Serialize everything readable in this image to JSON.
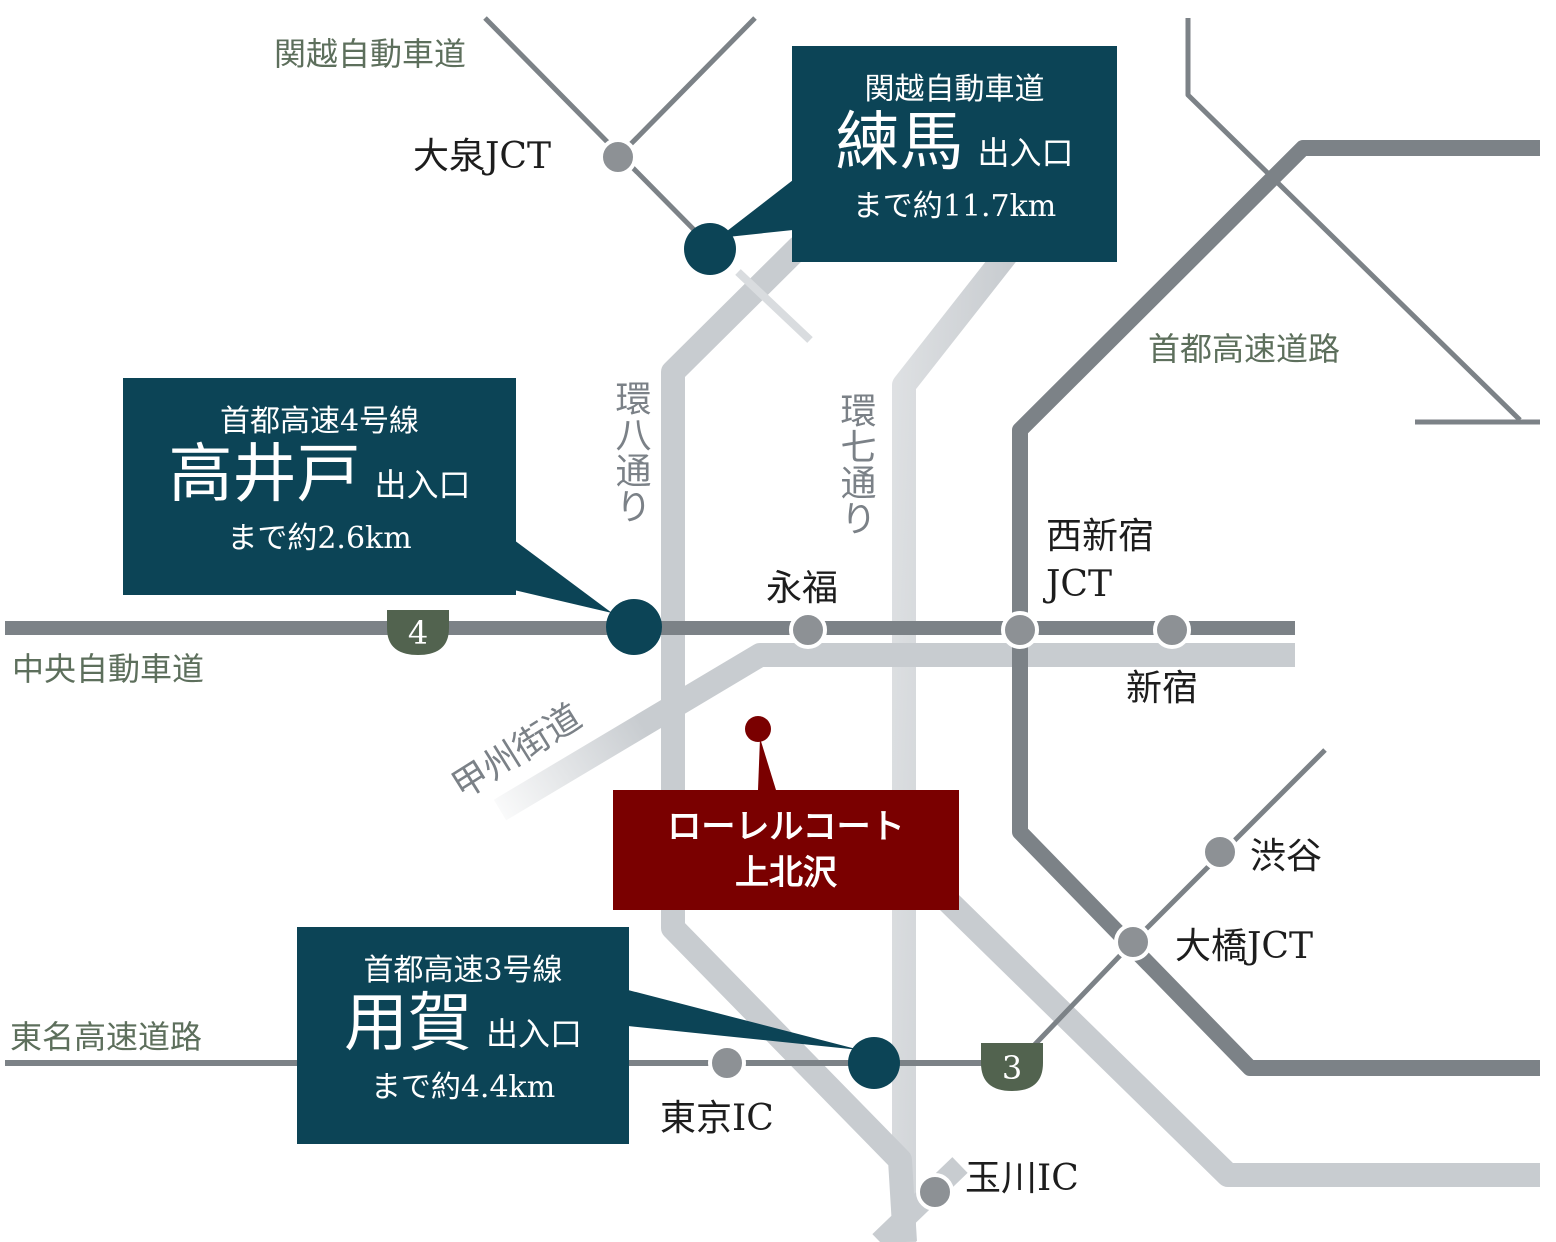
{
  "colors": {
    "expressway": "#7c8287",
    "light_road": "#c8ccd0",
    "access_box": "#0c4456",
    "property_box": "#7a0000",
    "route_badge": "#52634f",
    "road_label": "#5d6f5c"
  },
  "road_labels": {
    "kanetsu": "関越自動車道",
    "shuto": "首都高速道路",
    "chuo": "中央自動車道",
    "tomei": "東名高速道路",
    "koshu": "甲州街道",
    "kanpachi": "環八通り",
    "kannana": "環七通り"
  },
  "places": {
    "oizumi_jct": "大泉JCT",
    "nishishinjuku_jct_1": "西新宿",
    "nishishinjuku_jct_2": "JCT",
    "eifuku": "永福",
    "shinjuku": "新宿",
    "shibuya": "渋谷",
    "ohashi_jct": "大橋JCT",
    "tokyo_ic": "東京IC",
    "tamagawa_ic": "玉川IC"
  },
  "route_badges": {
    "route4": "4",
    "route3": "3"
  },
  "access_points": {
    "nerima": {
      "route": "関越自動車道",
      "name": "練馬",
      "io": "出入口",
      "distance": "まで約11.7km"
    },
    "takaido": {
      "route": "首都高速4号線",
      "name": "高井戸",
      "io": "出入口",
      "distance": "まで約2.6km"
    },
    "yoga": {
      "route": "首都高速3号線",
      "name": "用賀",
      "io": "出入口",
      "distance": "まで約4.4km"
    }
  },
  "property": {
    "line1": "ローレルコート",
    "line2": "上北沢"
  }
}
